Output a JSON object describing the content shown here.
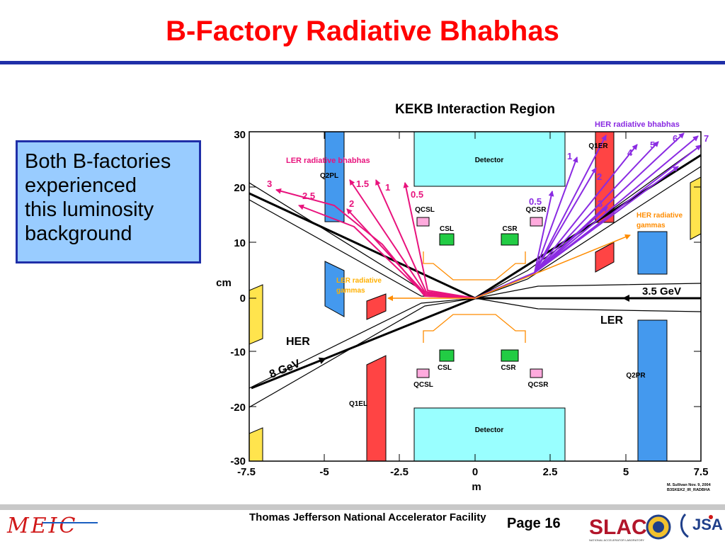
{
  "slide": {
    "title": "B-Factory Radiative Bhabhas",
    "note_lines": [
      "Both B-factories",
      "experienced",
      "this luminosity",
      "background"
    ],
    "footer_org": "Thomas Jefferson National Accelerator Facility",
    "page": "Page 16",
    "logos": {
      "meic": "MEIC",
      "slac": "SLAC",
      "slac_sub": "NATIONAL ACCELERATOR LABORATORY",
      "jsa": "JSA"
    }
  },
  "diagram": {
    "title": "KEKB Interaction Region",
    "x_axis": {
      "label": "m",
      "ticks": [
        "-7.5",
        "-5",
        "-2.5",
        "0",
        "2.5",
        "5",
        "7.5"
      ]
    },
    "y_axis": {
      "label": "cm",
      "ticks": [
        "30",
        "20",
        "10",
        "0",
        "-10",
        "-20",
        "-30"
      ]
    },
    "components": {
      "detector_top": "Detector",
      "detector_bottom": "Detector",
      "q2pl": "Q2PL",
      "q1er": "Q1ER",
      "q1el": "Q1EL",
      "q2pr": "Q2PR",
      "qcsl_top": "QCSL",
      "qcsr_top": "QCSR",
      "csl_top": "CSL",
      "csr_top": "CSR",
      "csl_bottom": "CSL",
      "csr_bottom": "CSR",
      "qcsl_bottom": "QCSL",
      "qcsr_bottom": "QCSR"
    },
    "beams": {
      "her": "HER",
      "her_energy": "8 GeV",
      "ler": "LER",
      "ler_energy": "3.5 GeV"
    },
    "labels": {
      "ler_bhabhas": "LER radiative bhabhas",
      "her_bhabhas": "HER radiative bhabhas",
      "ler_gammas_1": "LER radiative",
      "ler_gammas_2": "gammas",
      "her_gammas_1": "HER radiative",
      "her_gammas_2": "gammas"
    },
    "ler_energies": [
      "3",
      "2.5",
      "2",
      "1.5",
      "1",
      "0.5"
    ],
    "her_energies": [
      "1",
      "2",
      "3",
      "0.5",
      "4",
      "5",
      "6",
      "7"
    ],
    "credit_1": "M. Sullivan Nov. 9, 2004",
    "credit_2": "B3SKEK2_IR_RADBHA",
    "colors": {
      "ler_rays": "#e8137d",
      "her_rays": "#8a2be2",
      "gammas": "#ff8c00",
      "detector": "#99ffff",
      "quad_blue": "#4499ee",
      "quad_red": "#ff4444",
      "yellow": "#ffe44d",
      "green": "#22cc44",
      "pink": "#ffaadd"
    }
  }
}
